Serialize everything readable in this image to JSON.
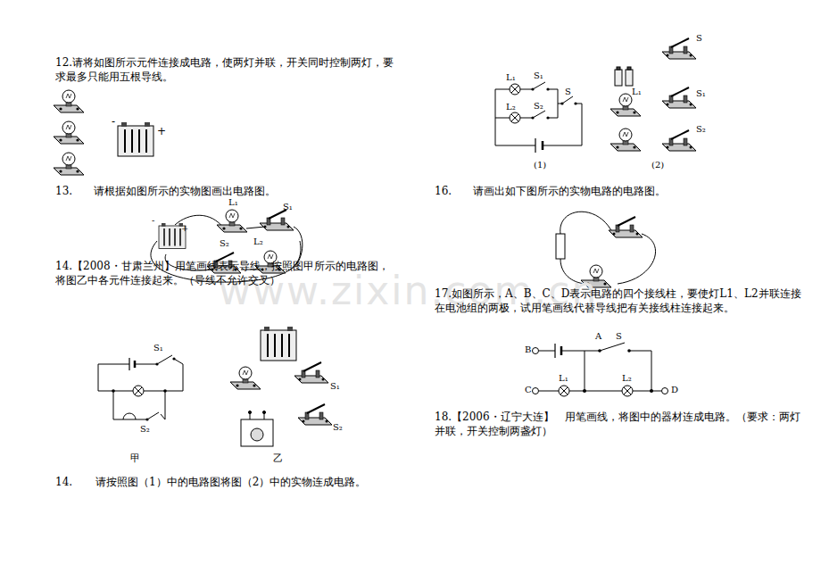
{
  "diagram": {
    "labels": [
      "12.请将如图所示元件连接成电路，使两灯并联，开关同时控制两灯，要求最多只能用五根导线。",
      "-",
      "+",
      "13.",
      "请根据如图所示的实物图画出电路图。",
      "-",
      "+",
      "L₁",
      "S₁",
      "S₂",
      "L₂",
      "14.【2008・甘肃兰州】用笔画线表示导线，按照图甲所示的电路图，将图乙中各元件连接起来。（导线不允许交叉）",
      "S₁",
      "S₂",
      "S₁",
      "S₂",
      "甲",
      "乙",
      "14.",
      "请按照图（1）中的电路图将图（2）中的实物连成电路。",
      "L₁",
      "S₁",
      "S",
      "L₂",
      "S₂",
      "(1)",
      "S",
      "L₁",
      "S₁",
      "S₂",
      "(2)",
      "16.",
      "请画出如下图所示的实物电路的电路图。",
      "17.如图所示，A、B、C、D表示电路的四个接线柱，要使灯L1、L2并联连接在电池组的两极，试用笔画线代替导线把有关接线柱连接起来。",
      "A",
      "S",
      "B",
      "L₁",
      "L₂",
      "C",
      "D",
      "18.【2006・辽宁大连】　用笔画线，将图中的器材连成电路。（要求：两灯并联，开关控制两盏灯）",
      "www.zixin.com.cn"
    ]
  }
}
